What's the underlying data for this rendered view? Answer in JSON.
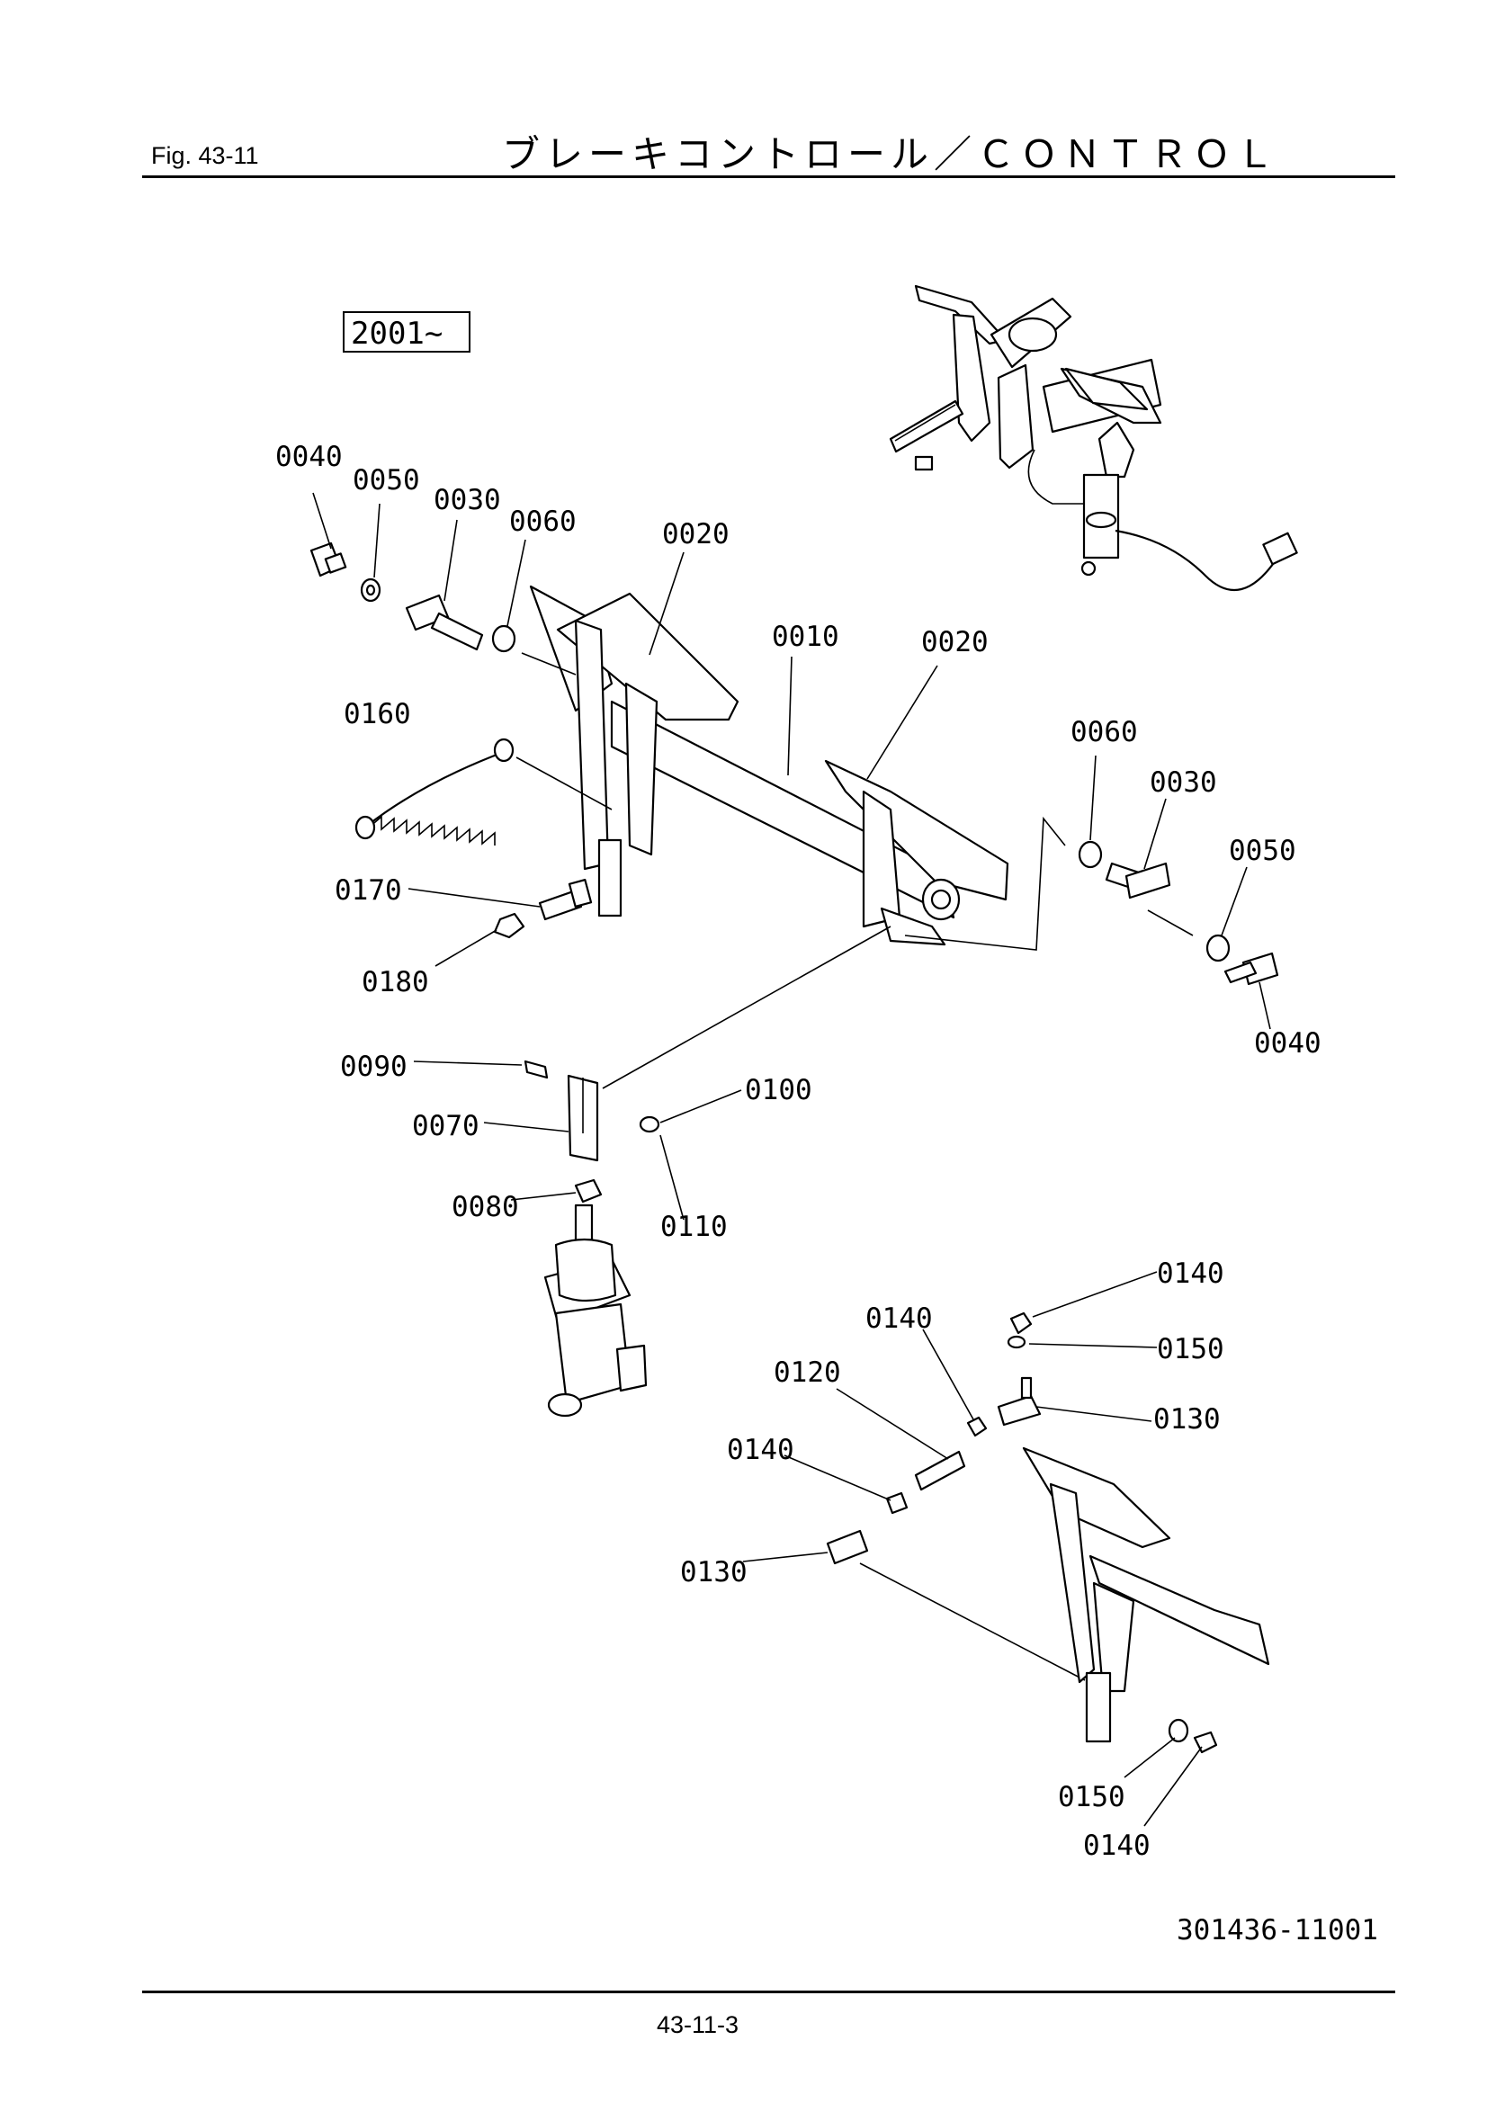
{
  "header": {
    "fig_label": "Fig.  43-11",
    "title": "ブレーキコントロール／ＣＯＮＴＲＯＬ"
  },
  "serial_box": "2001~",
  "part_labels": {
    "p0040a": "0040",
    "p0050a": "0050",
    "p0030a": "0030",
    "p0060a": "0060",
    "p0020a": "0020",
    "p0010": "0010",
    "p0020b": "0020",
    "p0160": "0160",
    "p0060b": "0060",
    "p0030b": "0030",
    "p0050b": "0050",
    "p0170": "0170",
    "p0180": "0180",
    "p0040b": "0040",
    "p0090": "0090",
    "p0100": "0100",
    "p0070": "0070",
    "p0080": "0080",
    "p0110": "0110",
    "p0140a": "0140",
    "p0140b": "0140",
    "p0150a": "0150",
    "p0120": "0120",
    "p0130a": "0130",
    "p0140c": "0140",
    "p0130b": "0130",
    "p0150b": "0150",
    "p0140d": "0140"
  },
  "drawing_number": "301436-11001",
  "footer": {
    "page_number": "43-11-3"
  }
}
